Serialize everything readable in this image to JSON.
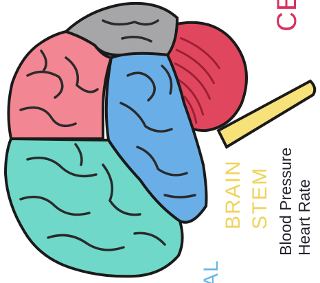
{
  "labels": {
    "cerebellum_partial": "CEI",
    "brain_stem_line1": "BRAIN",
    "brain_stem_line2": "STEM",
    "brain_stem_func1": "Blood Pressure",
    "brain_stem_func2": "Heart Rate",
    "lobe_partial": "AL"
  },
  "colors": {
    "frontal_lobe": "#6fd8c8",
    "parietal_lobe": "#6aaee8",
    "temporal_lobe": "#f28693",
    "occipital_lobe": "#a6a6a8",
    "cerebellum": "#e0475e",
    "brain_stem": "#f7e27a",
    "label_cerebellum": "#d7325f",
    "label_brain_stem": "#efd35a",
    "label_lobe": "#69b6e6"
  }
}
